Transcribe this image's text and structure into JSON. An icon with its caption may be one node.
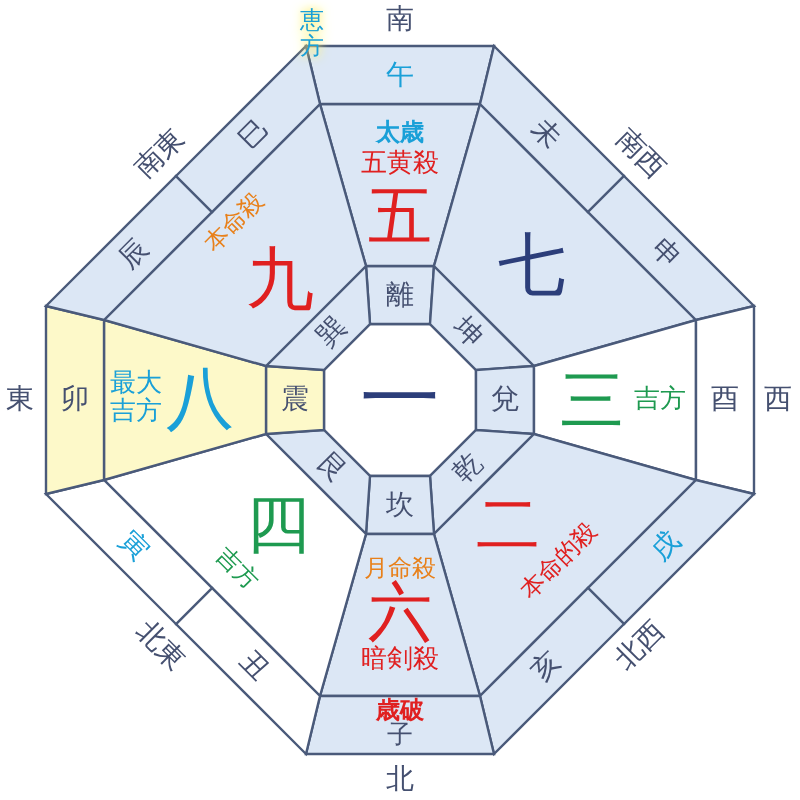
{
  "diagram": {
    "nodes": [
      {
        "text": [
          "一"
        ]
      },
      {
        "text": [
          "離"
        ]
      },
      {
        "text": [
          "坤"
        ]
      },
      {
        "text": [
          "兌"
        ]
      },
      {
        "text": [
          "乾"
        ]
      },
      {
        "text": [
          "坎"
        ]
      },
      {
        "text": [
          "艮"
        ]
      },
      {
        "text": [
          "震"
        ]
      },
      {
        "text": [
          "巽"
        ]
      },
      {
        "text": [
          "太歳",
          "五黄殺",
          "五"
        ]
      },
      {
        "text": [
          "七"
        ]
      },
      {
        "text": [
          "三",
          "吉方"
        ]
      },
      {
        "text": [
          "二",
          "本命的殺"
        ]
      },
      {
        "text": [
          "月命殺",
          "六",
          "暗剣殺"
        ]
      },
      {
        "text": [
          "四",
          "吉方"
        ]
      },
      {
        "text": [
          "最大吉方",
          "八"
        ]
      },
      {
        "text": [
          "本命殺",
          "九"
        ]
      },
      {
        "text": [
          "午"
        ]
      },
      {
        "text": [
          "未"
        ]
      },
      {
        "text": [
          "申"
        ]
      },
      {
        "text": [
          "酉"
        ]
      },
      {
        "text": [
          "戌"
        ]
      },
      {
        "text": [
          "亥"
        ]
      },
      {
        "text": [
          "歳破",
          "子"
        ]
      },
      {
        "text": [
          "丑"
        ]
      },
      {
        "text": [
          "寅"
        ]
      },
      {
        "text": [
          "卯"
        ]
      },
      {
        "text": [
          "辰"
        ]
      },
      {
        "text": [
          "巳"
        ]
      }
    ],
    "labels": [
      "恵方",
      "南",
      "南西",
      "西",
      "北西",
      "北",
      "北東",
      "東",
      "南東"
    ]
  }
}
